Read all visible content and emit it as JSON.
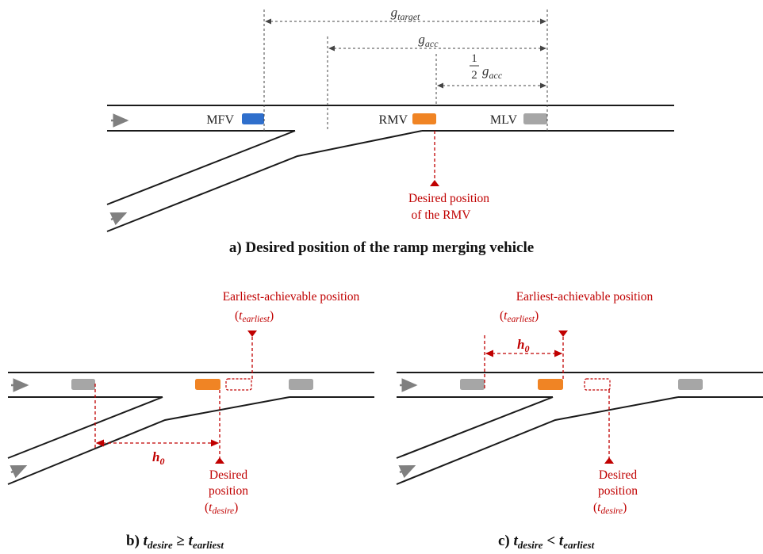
{
  "colors": {
    "mfv": "#2f6fcc",
    "rmv": "#f08424",
    "mlv": "#a6a6a6",
    "annotation": "#c00000",
    "arrow": "#808080"
  },
  "panel_a": {
    "labels": {
      "mfv": "MFV",
      "rmv": "RMV",
      "mlv": "MLV"
    },
    "dims": {
      "g_target_base": "g",
      "g_target_sub": "target",
      "g_acc_base": "g",
      "g_acc_sub": "acc",
      "half_num": "1",
      "half_den": "2",
      "half_base": "g",
      "half_sub": "acc"
    },
    "desired_line1": "Desired position",
    "desired_line2": "of the RMV",
    "caption": "a) Desired position of the ramp merging vehicle"
  },
  "panel_b": {
    "earliest_line1": "Earliest-achievable position",
    "earliest_open": "(",
    "earliest_base": "t",
    "earliest_sub": "earliest",
    "earliest_close": ")",
    "h0_base": "h",
    "h0_sub": "0",
    "desired_line1": "Desired",
    "desired_line2": "position",
    "desire_open": "(",
    "desire_base": "t",
    "desire_sub": "desire",
    "desire_close": ")",
    "caption_prefix": "b) ",
    "cap_t1": "t",
    "cap_s1": "desire",
    "cap_op": " ≥ ",
    "cap_t2": "t",
    "cap_s2": "earliest"
  },
  "panel_c": {
    "earliest_line1": "Earliest-achievable position",
    "earliest_open": "(",
    "earliest_base": "t",
    "earliest_sub": "earliest",
    "earliest_close": ")",
    "h0_base": "h",
    "h0_sub": "0",
    "desired_line1": "Desired",
    "desired_line2": "position",
    "desire_open": "(",
    "desire_base": "t",
    "desire_sub": "desire",
    "desire_close": ")",
    "caption_prefix": "c) ",
    "cap_t1": "t",
    "cap_s1": "desire",
    "cap_op": " < ",
    "cap_t2": "t",
    "cap_s2": "earliest"
  }
}
